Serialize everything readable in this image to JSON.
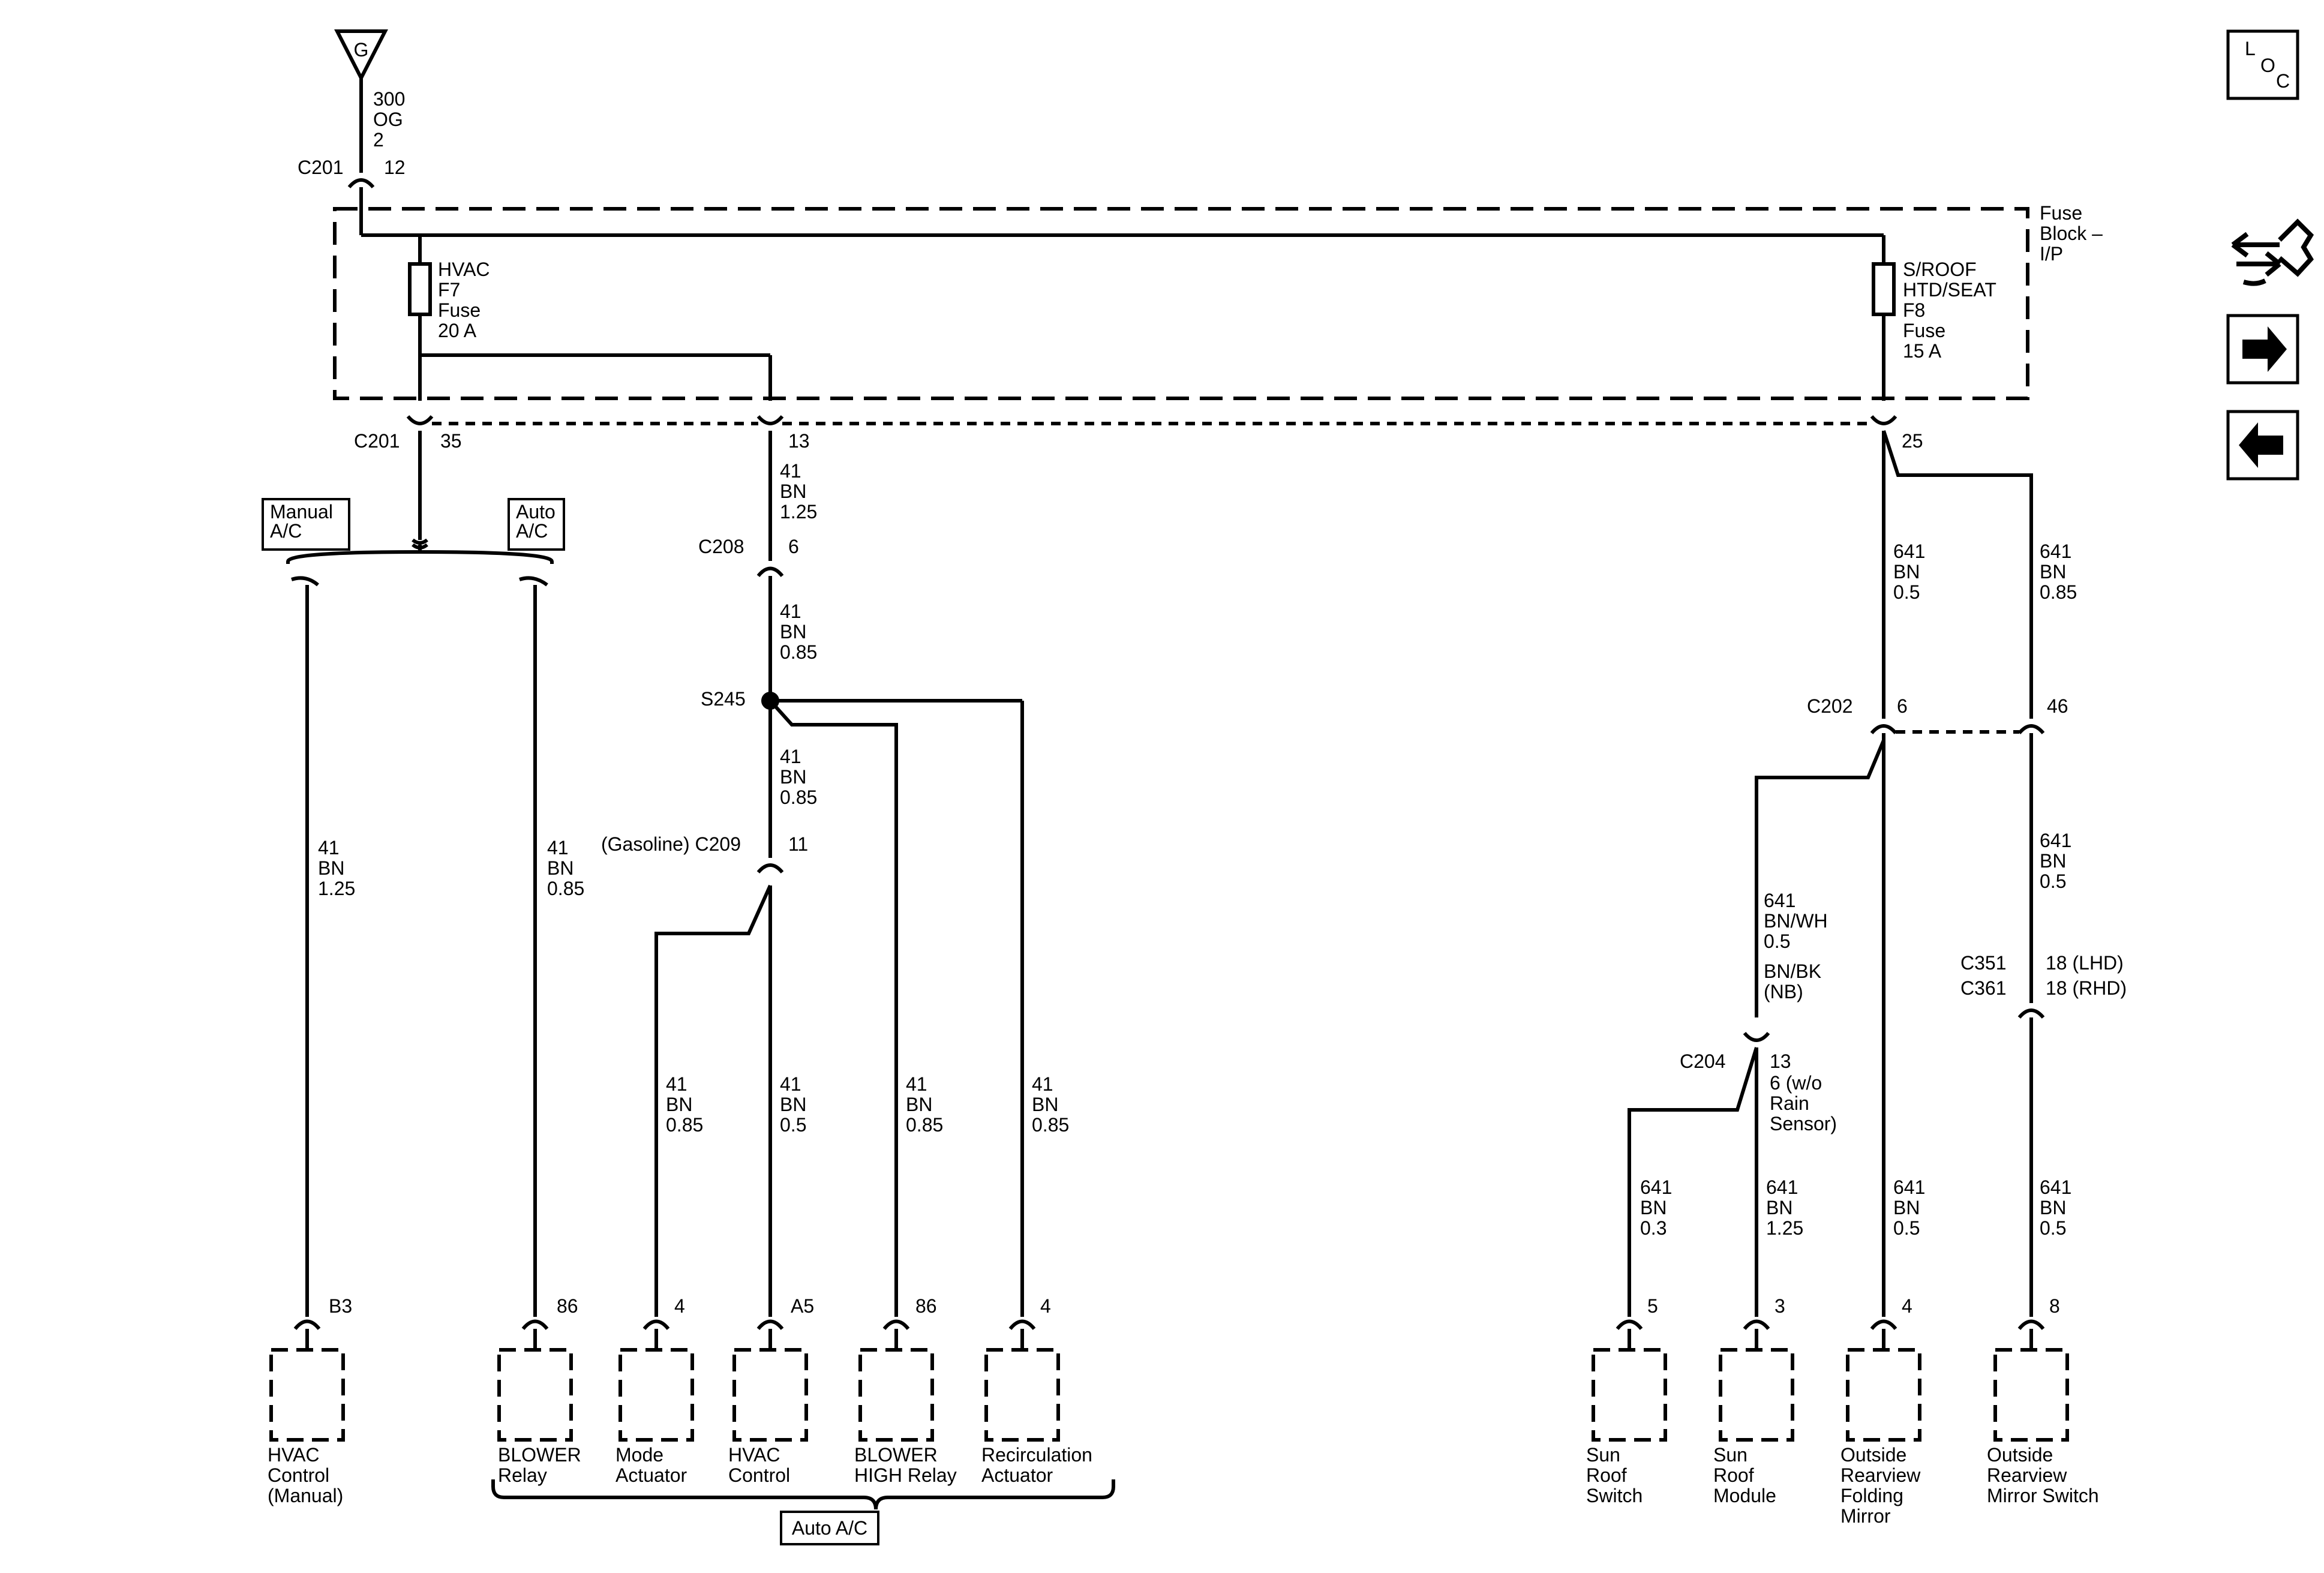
{
  "ground": {
    "symbol": "G",
    "wire": [
      "300",
      "OG",
      "2"
    ]
  },
  "fuse_block": {
    "label": [
      "Fuse",
      "Block –",
      "I/P"
    ]
  },
  "fuses": [
    {
      "lines": [
        "HVAC",
        "F7",
        "Fuse",
        "20 A"
      ]
    },
    {
      "lines": [
        "S/ROOF",
        "HTD/SEAT",
        "F8",
        "Fuse",
        "15 A"
      ]
    }
  ],
  "connectors": {
    "c201_top": {
      "name": "C201",
      "pin": "12"
    },
    "c201_35": {
      "name": "C201",
      "pin": "35"
    },
    "c201_13": {
      "pin": "13"
    },
    "c201_25": {
      "pin": "25"
    },
    "c208": {
      "name": "C208",
      "pin": "6"
    },
    "s245": {
      "name": "S245"
    },
    "c209": {
      "name": "(Gasoline) C209",
      "pin": "11"
    },
    "c202": {
      "name": "C202",
      "pin6": "6",
      "pin46": "46"
    },
    "c204": {
      "name": "C204",
      "pin": "13",
      "note": [
        "6 (w/o",
        "Rain",
        "Sensor)"
      ]
    },
    "c351": {
      "name1": "C351",
      "name2": "C361",
      "pin1": "18 (LHD)",
      "pin2": "18 (RHD)"
    }
  },
  "option_boxes": {
    "manual": [
      "Manual",
      "A/C"
    ],
    "auto": [
      "Auto",
      "A/C"
    ],
    "auto_bottom": "Auto A/C"
  },
  "wires": {
    "w_c201_13": [
      "41",
      "BN",
      "1.25"
    ],
    "w_c208": [
      "41",
      "BN",
      "0.85"
    ],
    "w_s245": [
      "41",
      "BN",
      "0.85"
    ],
    "w_manual": [
      "41",
      "BN",
      "1.25"
    ],
    "w_auto": [
      "41",
      "BN",
      "0.85"
    ],
    "w_mode": [
      "41",
      "BN",
      "0.85"
    ],
    "w_hvac": [
      "41",
      "BN",
      "0.5"
    ],
    "w_blowerhigh": [
      "41",
      "BN",
      "0.85"
    ],
    "w_recirc": [
      "41",
      "BN",
      "0.85"
    ],
    "w_641_left": [
      "641",
      "BN",
      "0.5"
    ],
    "w_641_right": [
      "641",
      "BN",
      "0.85"
    ],
    "w_641_c204": [
      "641",
      "BN/WH",
      "0.5"
    ],
    "w_641_c204b": [
      "BN/BK",
      "(NB)"
    ],
    "w_641_c202r": [
      "641",
      "BN",
      "0.5"
    ],
    "w_sunswitch": [
      "641",
      "BN",
      "0.3"
    ],
    "w_sunmodule": [
      "641",
      "BN",
      "1.25"
    ],
    "w_folding": [
      "641",
      "BN",
      "0.5"
    ],
    "w_mirrorswitch": [
      "641",
      "BN",
      "0.5"
    ]
  },
  "components": [
    {
      "pin": "B3",
      "lines": [
        "HVAC",
        "Control",
        "(Manual)"
      ]
    },
    {
      "pin": "86",
      "lines": [
        "BLOWER",
        "Relay"
      ]
    },
    {
      "pin": "4",
      "lines": [
        "Mode",
        "Actuator"
      ]
    },
    {
      "pin": "A5",
      "lines": [
        "HVAC",
        "Control"
      ]
    },
    {
      "pin": "86",
      "lines": [
        "BLOWER",
        "HIGH Relay"
      ]
    },
    {
      "pin": "4",
      "lines": [
        "Recirculation",
        "Actuator"
      ]
    },
    {
      "pin": "5",
      "lines": [
        "Sun",
        "Roof",
        "Switch"
      ]
    },
    {
      "pin": "3",
      "lines": [
        "Sun",
        "Roof",
        "Module"
      ]
    },
    {
      "pin": "4",
      "lines": [
        "Outside",
        "Rearview",
        "Folding",
        "Mirror"
      ]
    },
    {
      "pin": "8",
      "lines": [
        "Outside",
        "Rearview",
        "Mirror Switch"
      ]
    }
  ],
  "nav": {
    "loc": [
      "L",
      "O",
      "C"
    ]
  }
}
